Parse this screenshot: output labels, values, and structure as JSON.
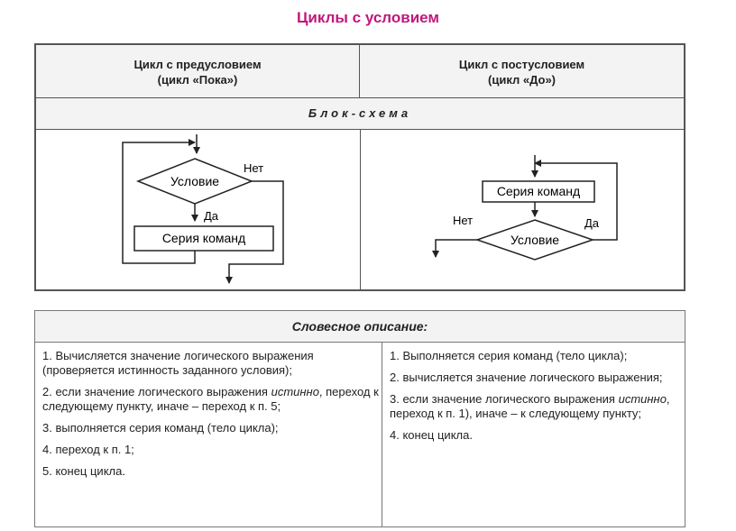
{
  "title": "Циклы с условием",
  "header": {
    "left_line1": "Цикл с предусловием",
    "left_line2": "(цикл «Пока»)",
    "right_line1": "Цикл с постусловием",
    "right_line2": "(цикл «До»)"
  },
  "block_scheme_label": "Блок-схема",
  "flow_pre": {
    "condition": "Условие",
    "no": "Нет",
    "yes": "Да",
    "commands": "Серия команд"
  },
  "flow_post": {
    "commands": "Серия команд",
    "condition": "Условие",
    "no": "Нет",
    "yes": "Да"
  },
  "verbal_label": "Словесное описание:",
  "pre_steps": {
    "s1": "1. Вычисляется значение логического выражения (проверяется истинность заданного условия);",
    "s2_pre": "2. если значение логического выражения",
    "s2_italic": "истинно",
    "s2_post": ", переход к следующему пункту, иначе – переход к п. 5;",
    "s3": "3. выполняется серия команд (тело цикла);",
    "s4": "4. переход к п. 1;",
    "s5": "5. конец цикла."
  },
  "post_steps": {
    "s1": "1. Выполняется серия команд (тело цикла);",
    "s2": "2. вычисляется значение логического выражения;",
    "s3_pre": "3. если значение логического выражения",
    "s3_italic": "истинно",
    "s3_post": ", переход к п. 1), иначе – к следующему пункту;",
    "s4": "4. конец цикла."
  }
}
